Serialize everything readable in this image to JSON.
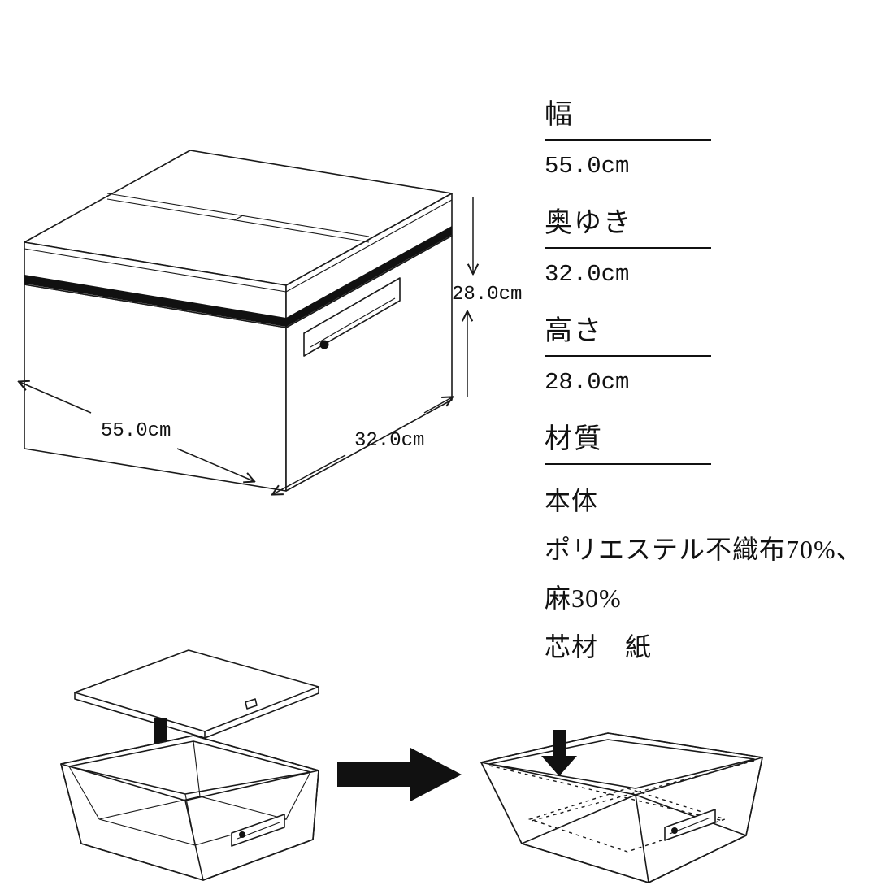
{
  "diagram": {
    "width_label": "55.0cm",
    "depth_label": "32.0cm",
    "height_label": "28.0cm"
  },
  "specs": {
    "items": [
      {
        "label": "幅",
        "value": "55.0cm"
      },
      {
        "label": "奥ゆき",
        "value": "32.0cm"
      },
      {
        "label": "高さ",
        "value": "28.0cm"
      }
    ],
    "material": {
      "header": "材質",
      "lines": [
        "本体",
        "ポリエステル不織布70%、",
        "麻30%",
        "芯材　紙"
      ]
    }
  },
  "colors": {
    "ink": "#1a1a1a",
    "arrow_fill": "#111111",
    "background": "#ffffff"
  }
}
